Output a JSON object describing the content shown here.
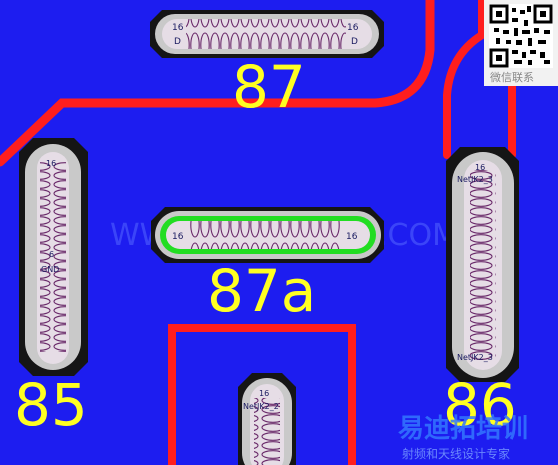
{
  "designators": {
    "d87": "87",
    "d87a": "87a",
    "d85": "85",
    "d86": "86"
  },
  "pads": {
    "top_left_num": "16",
    "top_left_sub": "D",
    "top_right_num": "16",
    "top_right_sub": "D",
    "mid_left": "16",
    "mid_right": "16",
    "left_top": "16",
    "left_mid": "6",
    "left_gnd": "GND",
    "right_top": "16",
    "right_net": "NetJK2_3",
    "bottom_top": "16",
    "bottom_net": "NetJK2_2"
  },
  "watermark": {
    "left": "WWW.",
    "right": ".COM"
  },
  "qr": {
    "caption": "微信联系"
  },
  "logo": {
    "main": "易迪拓培训",
    "sub": "射频和天线设计专家"
  },
  "colors": {
    "board": "#1d1df0",
    "trace": "#ff1e1e",
    "silk": "#ffff22",
    "pad_outline": "#c9c9c9",
    "pad_fill": "#e6dde6",
    "highlight": "#22dd22"
  }
}
